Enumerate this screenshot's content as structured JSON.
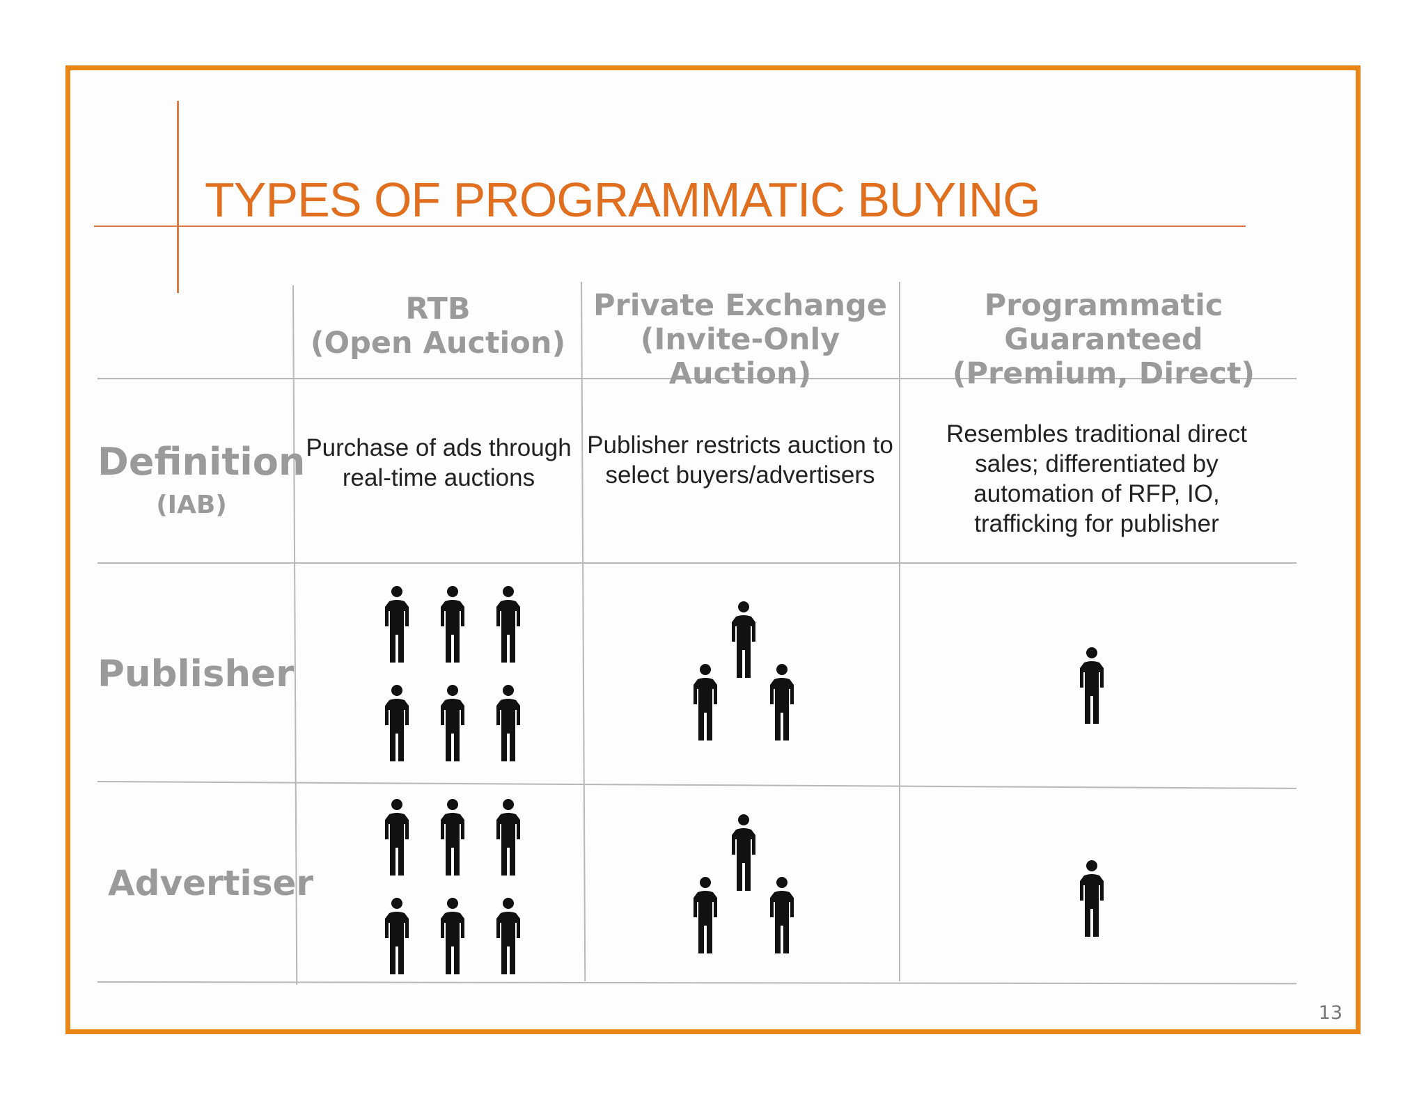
{
  "slide": {
    "title": "TYPES OF PROGRAMMATIC BUYING",
    "page_number": "13",
    "accent_color": "#e07020",
    "frame_color": "#e8861a"
  },
  "columns": [
    {
      "label": "RTB\n(Open Auction)"
    },
    {
      "label": "Private Exchange\n(Invite-Only\nAuction)"
    },
    {
      "label": "Programmatic\nGuaranteed\n(Premium, Direct)"
    }
  ],
  "rows": {
    "definition": {
      "label": "Definition",
      "sub": "(IAB)"
    },
    "publisher": {
      "label": "Publisher"
    },
    "advertiser": {
      "label": "Advertiser"
    }
  },
  "definitions": [
    "Purchase of ads through\nreal-time auctions",
    "Publisher restricts auction to\nselect buyers/advertisers",
    "Resembles traditional direct\nsales; differentiated by\nautomation of RFP, IO,\ntrafficking for publisher"
  ],
  "participant_counts": {
    "publisher": [
      6,
      3,
      1
    ],
    "advertiser": [
      6,
      3,
      1
    ]
  },
  "icons": {
    "participant": "person-icon"
  }
}
